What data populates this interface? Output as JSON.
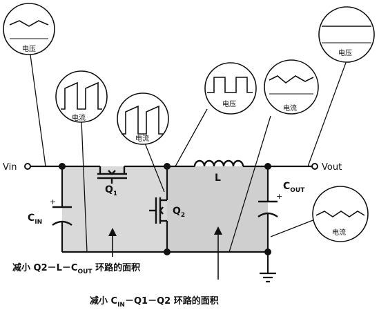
{
  "nodes": {
    "vin": "Vin",
    "vout": "Vout",
    "q1": {
      "main": "Q",
      "sub": "1"
    },
    "q2": {
      "main": "Q",
      "sub": "2"
    },
    "inductor": "L",
    "cin": {
      "main": "C",
      "sub": "IN",
      "polarity": "+"
    },
    "cout": {
      "main": "C",
      "sub": "OUT",
      "polarity": "+"
    }
  },
  "bubbles": {
    "vin_voltage": "电压",
    "q1_current": "电流",
    "q2_current": "电流",
    "switch_voltage": "电压",
    "inductor_current": "电流",
    "vout_voltage": "电压",
    "cout_current": "电流"
  },
  "captions": {
    "loop_q2": {
      "prefix": "减小 Q2－L－C",
      "sub": "OUT",
      "suffix": " 环路的面积"
    },
    "loop_cin": {
      "prefix": "减小 C",
      "sub": "IN",
      "suffix": "－Q1－Q2 环路的面积"
    }
  },
  "colors": {
    "line": "#111111",
    "loop_fill": "#d9d9d9",
    "loop_fill_right": "#cfcfcf"
  }
}
